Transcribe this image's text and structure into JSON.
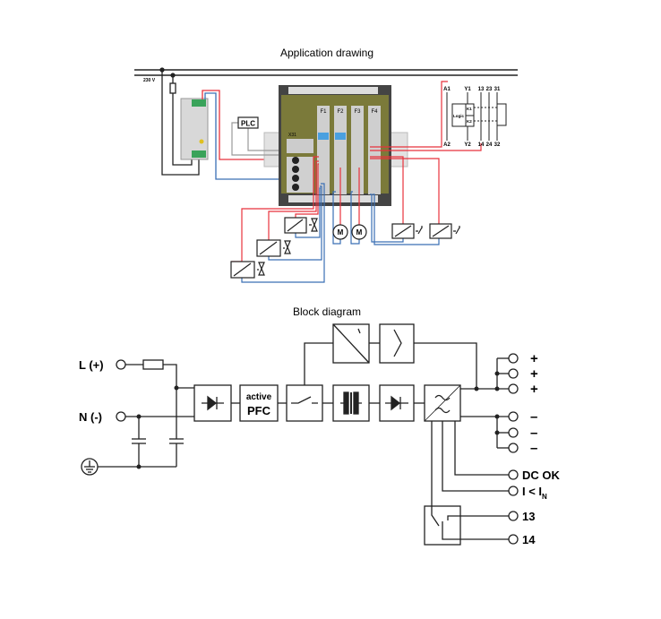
{
  "application": {
    "title": "Application drawing",
    "voltage": "230 V",
    "plc": "PLC",
    "terminal": "X31",
    "slots": [
      "F1",
      "F2",
      "F3",
      "F4"
    ],
    "motor": "M",
    "relay": {
      "top": [
        "A1",
        "Y1",
        "13",
        "23",
        "31"
      ],
      "bottom": [
        "A2",
        "Y2",
        "14",
        "24",
        "32"
      ],
      "logic": "Logic",
      "k1": "K1",
      "k2": "K2"
    }
  },
  "block": {
    "title": "Block diagram",
    "input_l": "L (+)",
    "input_n": "N (-)",
    "pfc_line1": "active",
    "pfc_line2": "PFC",
    "plus": "+",
    "minus": "–",
    "dc_ok": "DC OK",
    "current": "I < I",
    "current_sub": "N",
    "out13": "13",
    "out14": "14"
  },
  "colors": {
    "red": "#e8323c",
    "blue": "#3a6fb5",
    "olive": "#7b7a3a",
    "gray": "#9a9a9a"
  }
}
